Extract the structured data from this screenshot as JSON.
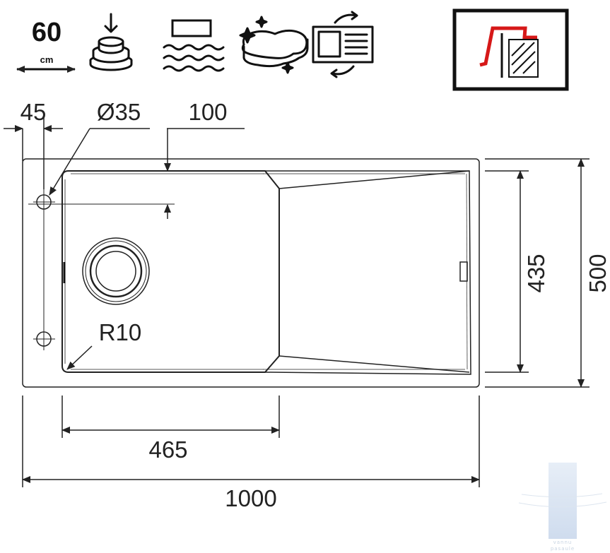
{
  "header": {
    "cabinet_width_value": "60",
    "cabinet_width_unit": "cm",
    "icons": [
      "dish-stack-icon",
      "water-level-icon",
      "sponge-clean-icon",
      "cook-manual-icon",
      "installation-type-icon"
    ]
  },
  "dimensions": {
    "edge_offset": "45",
    "tap_hole": "Ø35",
    "bowl_depth_offset": "100",
    "corner_radius": "R10",
    "bowl_width": "465",
    "total_width": "1000",
    "bowl_length": "435",
    "total_depth": "500"
  },
  "colors": {
    "line": "#222222",
    "accent_red": "#d61818",
    "frame": "#111111"
  },
  "watermark": {
    "line1": "vannu",
    "line2": "pasaule"
  }
}
